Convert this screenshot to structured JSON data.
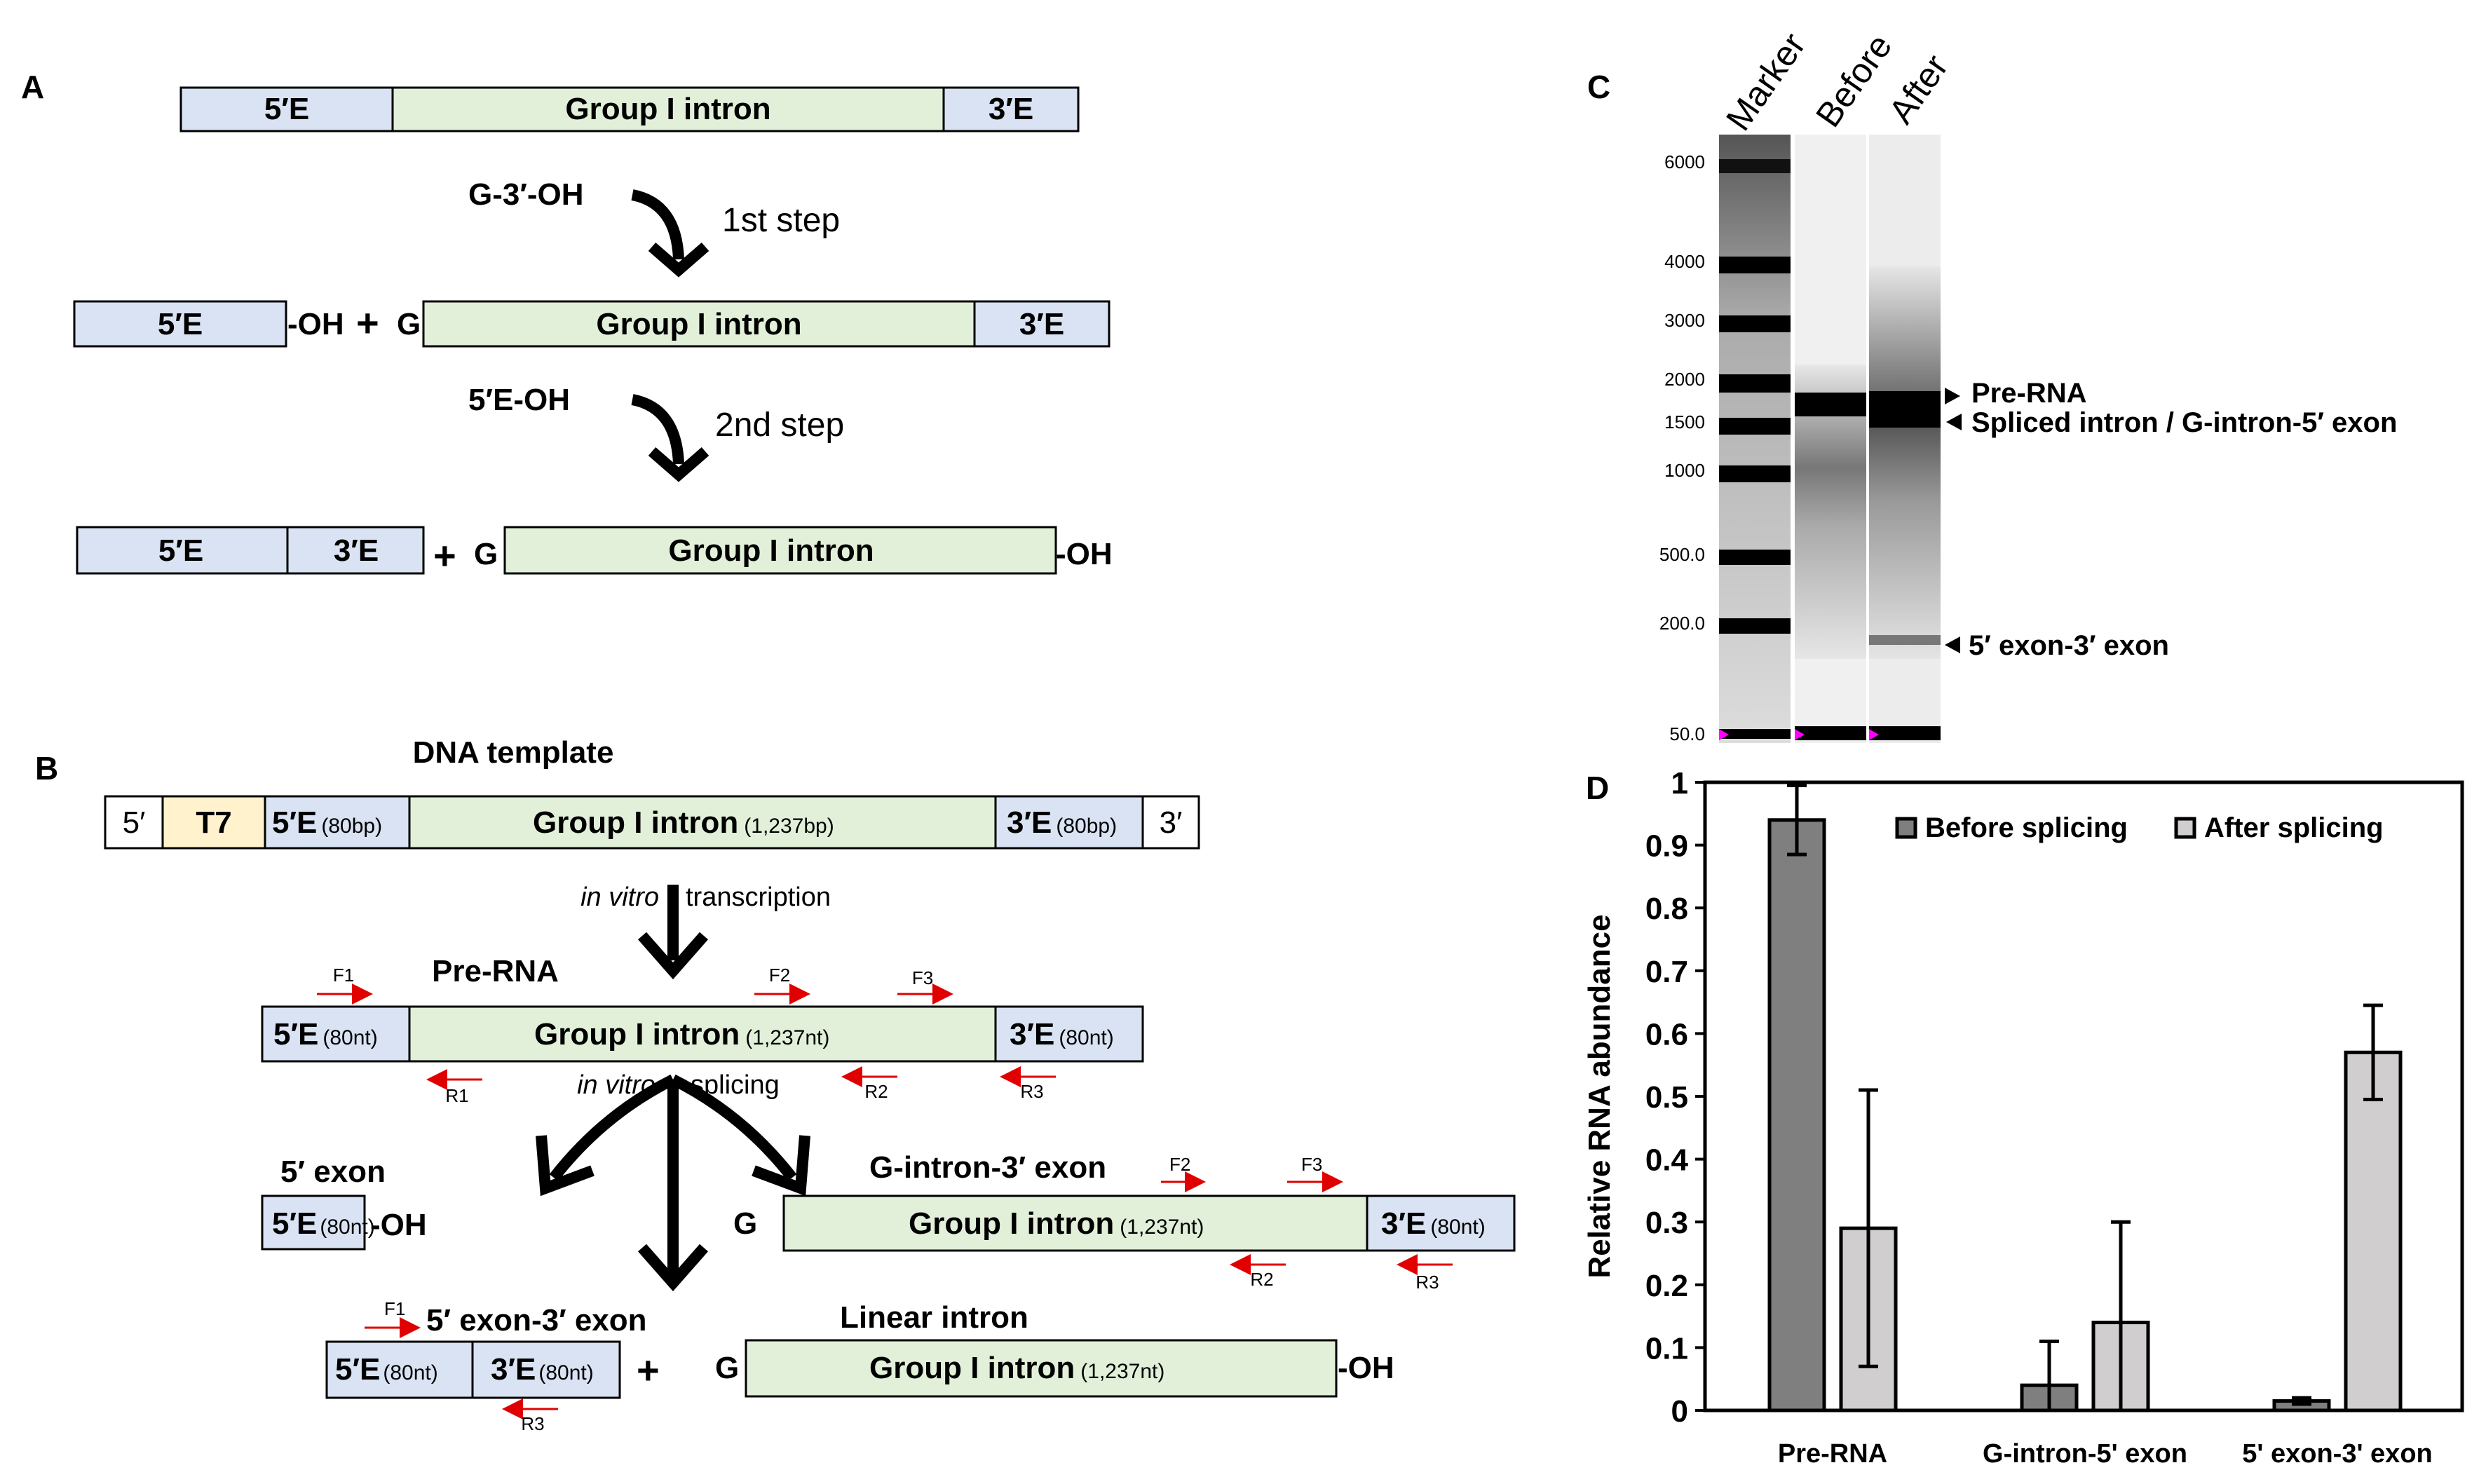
{
  "panelA": {
    "label": "A",
    "row1": {
      "e5": "5′E",
      "intron": "Group I intron",
      "e3": "3′E"
    },
    "step1": {
      "reactant": "G-3′-OH",
      "step": "1st step"
    },
    "row2": {
      "e5": "5′E",
      "oh": "-OH",
      "plus": "+",
      "g": "G",
      "intron": "Group I intron",
      "e3": "3′E"
    },
    "step2": {
      "reactant": "5′E-OH",
      "step": "2nd step"
    },
    "row3": {
      "e5": "5′E",
      "e3": "3′E",
      "plus": "+",
      "g": "G",
      "intron": "Group I intron",
      "oh": "-OH"
    }
  },
  "panelB": {
    "label": "B",
    "template_title": "DNA template",
    "template": {
      "p5": "5′",
      "t7": "T7",
      "e5": "5′E",
      "e5_size": "(80bp)",
      "intron": "Group I intron",
      "intron_size": "(1,237bp)",
      "e3": "3′E",
      "e3_size": "(80bp)",
      "p3": "3′"
    },
    "transcription": {
      "italic": "in vitro",
      "text": "transcription"
    },
    "pre_title": "Pre-RNA",
    "pre": {
      "e5": "5′E",
      "e5_size": "(80nt)",
      "intron": "Group I intron",
      "intron_size": "(1,237nt)",
      "e3": "3′E",
      "e3_size": "(80nt)"
    },
    "splicing": {
      "italic": "in vitro",
      "text": "splicing"
    },
    "primers": {
      "F1": "F1",
      "F2": "F2",
      "F3": "F3",
      "R1": "R1",
      "R2": "R2",
      "R3": "R3"
    },
    "exon5_title": "5′ exon",
    "exon5": {
      "e5": "5′E",
      "size": "(80nt)",
      "oh": "-OH"
    },
    "gi3_title": "G-intron-3′ exon",
    "gi3": {
      "g": "G",
      "intron": "Group I intron",
      "intron_size": "(1,237nt)",
      "e3": "3′E",
      "e3_size": "(80nt)"
    },
    "ee_title": "5′ exon-3′ exon",
    "ee": {
      "e5": "5′E",
      "e5_size": "(80nt)",
      "e3": "3′E",
      "e3_size": "(80nt)",
      "plus": "+"
    },
    "lin_title": "Linear intron",
    "lin": {
      "g": "G",
      "intron": "Group I intron",
      "size": "(1,237nt)",
      "oh": "-OH"
    }
  },
  "panelC": {
    "label": "C",
    "lanes": [
      "Marker",
      "Before",
      "After"
    ],
    "ladder": [
      "6000",
      "4000",
      "3000",
      "2000",
      "1500",
      "1000",
      "500.0",
      "200.0",
      "50.0"
    ],
    "annotations": [
      "Pre-RNA",
      "Spliced intron / G-intron-5′ exon",
      "5′ exon-3′ exon"
    ]
  },
  "panelD": {
    "label": "D",
    "chart_data": {
      "type": "bar",
      "categories": [
        "Pre-RNA",
        "G-intron-5' exon",
        "5' exon-3' exon"
      ],
      "series": [
        {
          "name": "Before splicing",
          "values": [
            0.94,
            0.04,
            0.015
          ],
          "err": [
            0.055,
            0.07,
            0.005
          ],
          "color": "#7f7f7f"
        },
        {
          "name": "After splicing",
          "values": [
            0.29,
            0.14,
            0.57
          ],
          "err": [
            0.22,
            0.16,
            0.075
          ],
          "color": "#d0cece"
        }
      ],
      "ylabel": "Relative RNA abundance",
      "ylim": [
        0,
        1
      ],
      "yticks": [
        "0",
        "0.1",
        "0.2",
        "0.3",
        "0.4",
        "0.5",
        "0.6",
        "0.7",
        "0.8",
        "0.9",
        "1"
      ],
      "legend": "top-right"
    }
  }
}
